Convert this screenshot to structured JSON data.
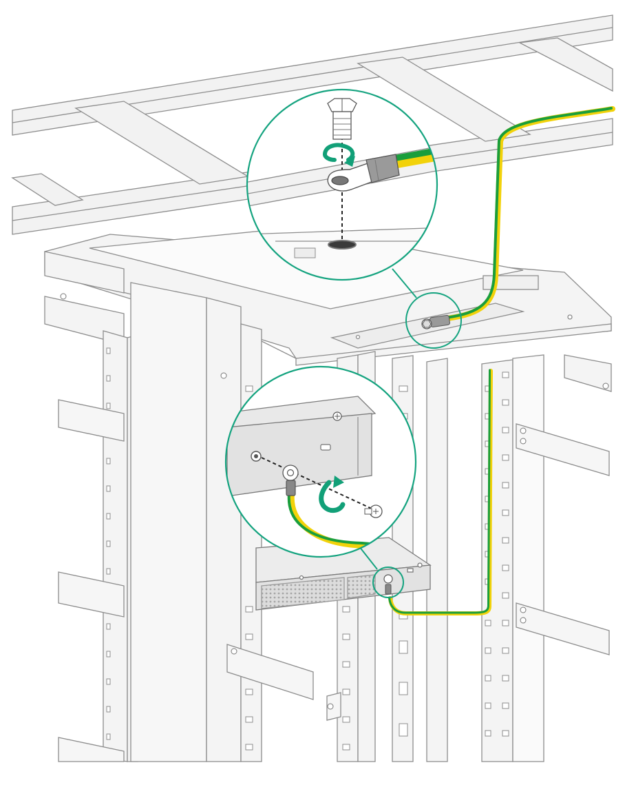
{
  "figure": {
    "subject": "grounding-cable-installation",
    "components": [
      "cable-ladder",
      "rack-frame",
      "rack-top-grounding-point",
      "grounding-bolt",
      "ring-terminal",
      "yellow-green-grounding-cable",
      "device-chassis",
      "device-grounding-screw",
      "mounting-brackets"
    ],
    "callouts": [
      "top-grounding-detail",
      "device-grounding-detail"
    ],
    "icons": [
      "rotate-clockwise-icon",
      "rotate-clockwise-icon"
    ]
  },
  "colors": {
    "line": "#8c8c8c",
    "line_dark": "#555555",
    "frame_fill": "#eeeeee",
    "cable_green": "#1a9e3c",
    "cable_yellow": "#f2d20a",
    "callout_ring": "#14a37f",
    "rotate_arrow": "#12a078",
    "chassis_fill": "#e2e2e2",
    "mesh_fill": "#d6d6d6"
  }
}
